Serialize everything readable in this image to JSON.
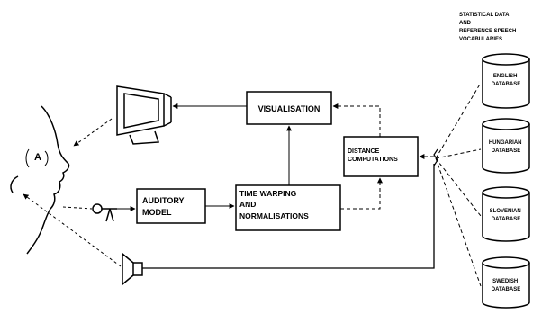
{
  "legend": {
    "lines": [
      "STATISTICAL DATA",
      "AND",
      "REFERENCE SPEECH",
      "VOCABULARIES"
    ]
  },
  "boxes": {
    "visualisation": {
      "lines": [
        "VISUALISATION"
      ]
    },
    "distance": {
      "lines": [
        "DISTANCE",
        "COMPUTATIONS"
      ]
    },
    "time_warping": {
      "lines": [
        "TIME WARPING",
        "AND",
        "NORMALISATIONS"
      ]
    },
    "auditory": {
      "lines": [
        "AUDITORY",
        "MODEL"
      ]
    }
  },
  "databases": [
    {
      "lines": [
        "ENGLISH",
        "DATABASE"
      ]
    },
    {
      "lines": [
        "HUNGARIAN",
        "DATABASE"
      ]
    },
    {
      "lines": [
        "SLOVENIAN",
        "DATABASE"
      ]
    },
    {
      "lines": [
        "SWEDISH",
        "DATABASE"
      ]
    }
  ],
  "speech_bubble": {
    "text": "A"
  },
  "icons": [
    "monitor-icon",
    "microphone-icon",
    "loudspeaker-icon",
    "face-profile-icon",
    "database-cylinder-icon"
  ]
}
